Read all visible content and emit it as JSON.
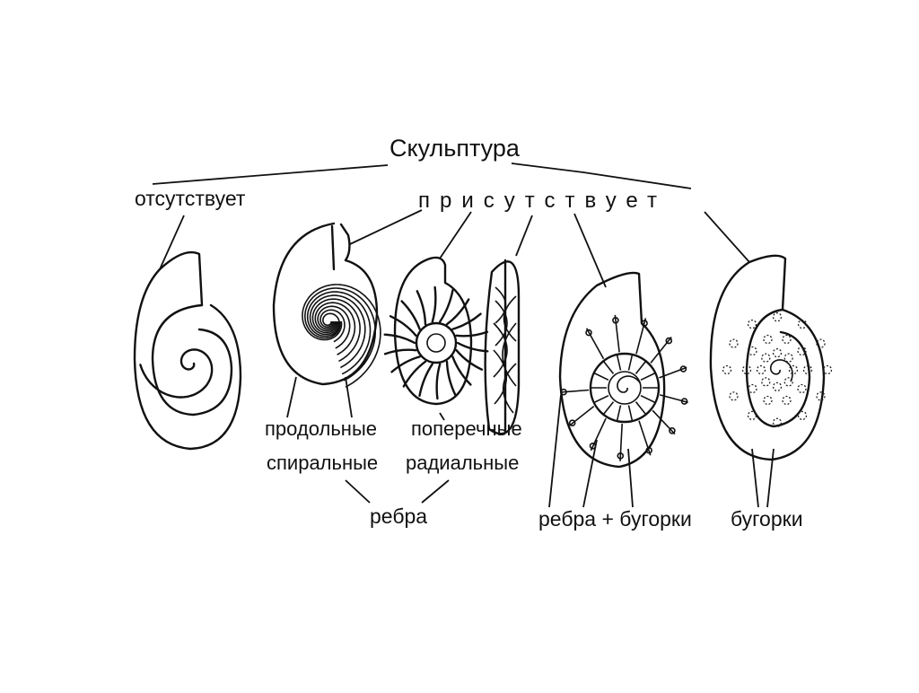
{
  "title": "Скульптура",
  "absent_label": "отсутствует",
  "present_label": "присутствует",
  "labels": {
    "longitudinal_1": "продольные",
    "longitudinal_2": "спиральные",
    "transverse_1": "поперечные",
    "transverse_2": "радиальные",
    "ribs": "ребра",
    "ribs_tubercles": "ребра + бугорки",
    "tubercles": "бугорки"
  },
  "icons": {
    "smooth_shell": "smooth-spiral-shell-icon",
    "spiral_ribs_shell": "spiral-ribbed-shell-icon",
    "radial_ribs_shell": "radial-ribbed-shell-icon",
    "radial_ribs_side": "radial-ribbed-shell-side-view-icon",
    "ribs_tubercles_shell": "ribbed-tuberculate-shell-icon",
    "tubercles_shell": "tuberculate-shell-icon"
  },
  "colors": {
    "ink": "#111111",
    "background": "#ffffff"
  }
}
